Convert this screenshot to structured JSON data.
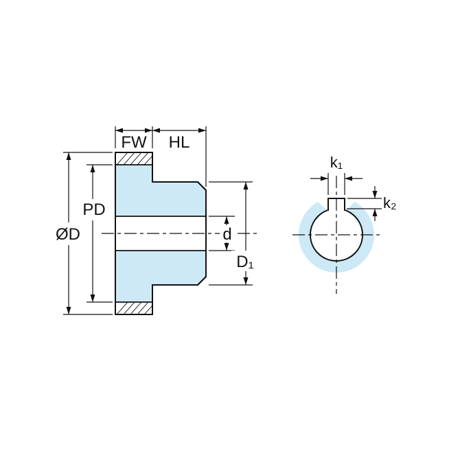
{
  "diagram": {
    "name": "gear-dimension-diagram",
    "colors": {
      "body_fill": "#cde9f6",
      "line": "#111111",
      "background": "#ffffff"
    },
    "side_view": {
      "labels": {
        "face_width": "FW",
        "hub_length": "HL",
        "pitch_diameter": "PD",
        "outer_diameter": "ØD",
        "bore_diameter": "d",
        "hub_diameter": "D₁"
      }
    },
    "end_view": {
      "labels": {
        "keyway_width": "k₁",
        "keyway_depth": "k₂"
      }
    }
  }
}
